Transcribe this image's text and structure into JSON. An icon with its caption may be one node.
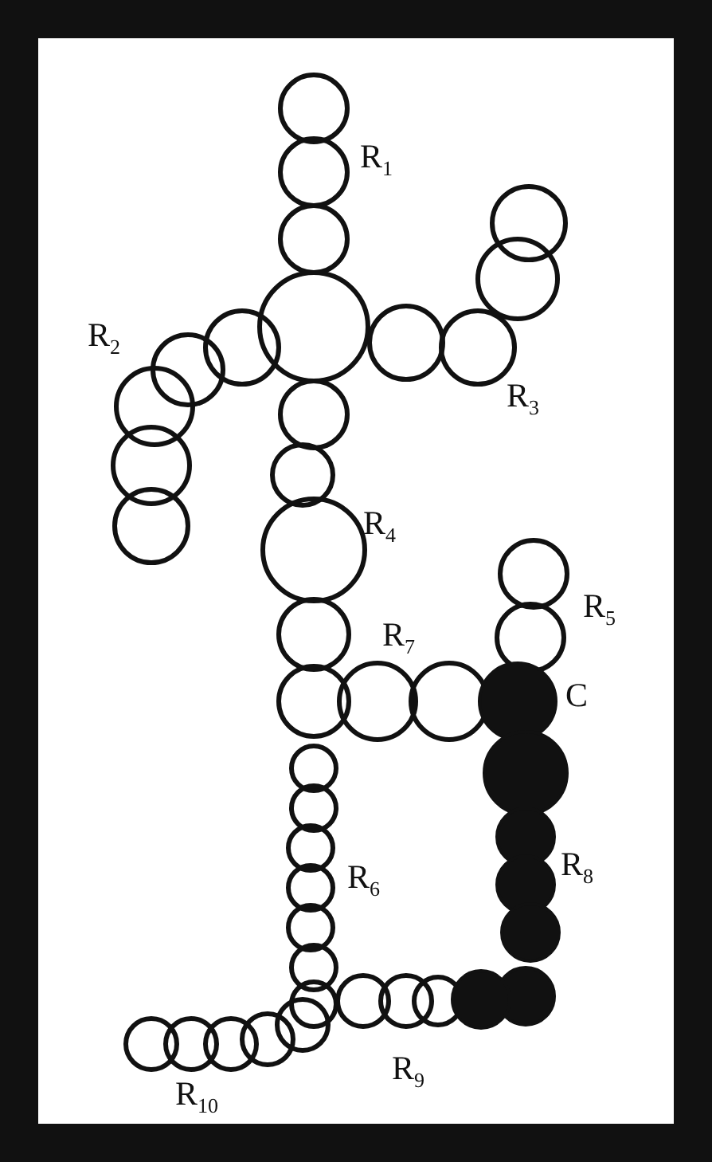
{
  "diagram": {
    "labels": [
      "R$_{1}$",
      "R$_{2}$",
      "R$_{3}$",
      "R$_{4}$",
      "R$_{5}$",
      "R$_{7}$",
      "C",
      "R$_{6}$",
      "R$_{8}$",
      "R$_{9}$",
      "R$_{10}$"
    ]
  }
}
